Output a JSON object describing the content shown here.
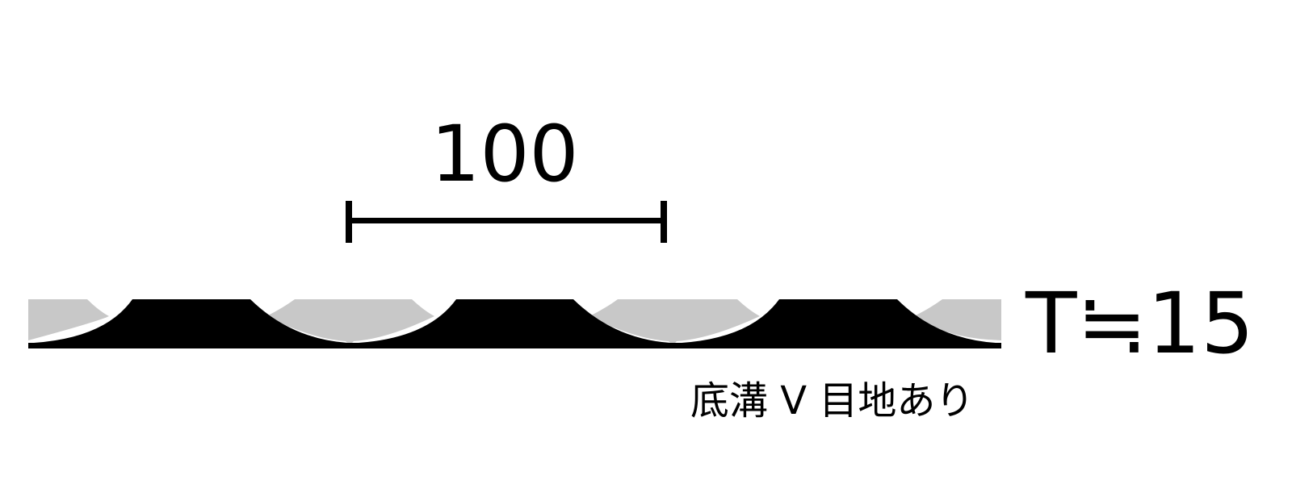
{
  "dimension": {
    "label": "100"
  },
  "thickness": {
    "label": "T≒15"
  },
  "note": {
    "label": "底溝 V 目地あり"
  },
  "colors": {
    "board_dark": "#000000",
    "board_light": "#c8c8c8",
    "line": "#000000",
    "background": "#ffffff"
  }
}
